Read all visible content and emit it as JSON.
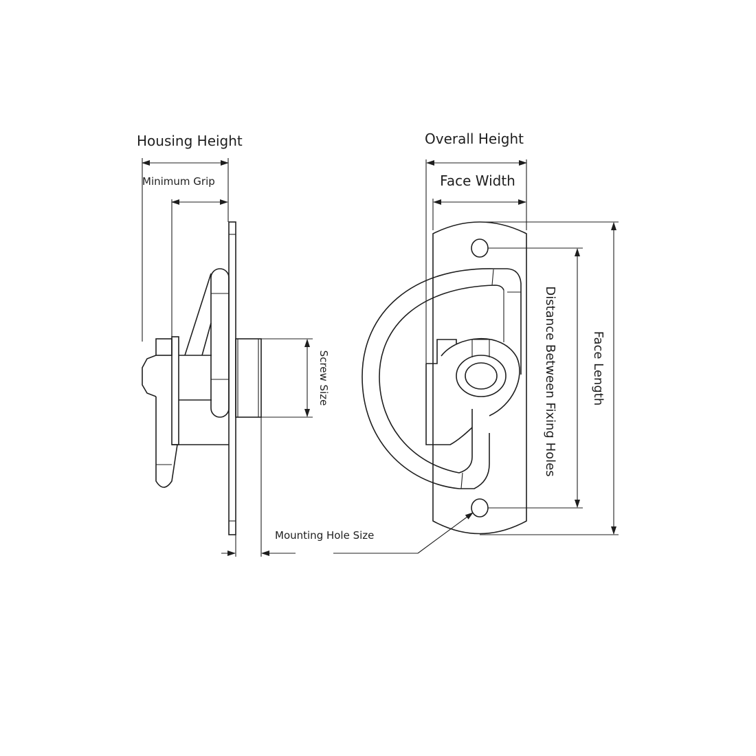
{
  "side_view": {
    "housing_height_label": "Housing Height",
    "minimum_grip_label": "Minimum Grip",
    "screw_size_label": "Screw Size",
    "mounting_hole_size_label": "Mounting Hole Size"
  },
  "front_view": {
    "overall_height_label": "Overall Height",
    "face_width_label": "Face Width",
    "fixing_holes_distance_label": "Distance Between Fixing Holes",
    "face_length_label": "Face Length"
  },
  "colors": {
    "line": "#1e1e1e",
    "background": "#ffffff"
  }
}
